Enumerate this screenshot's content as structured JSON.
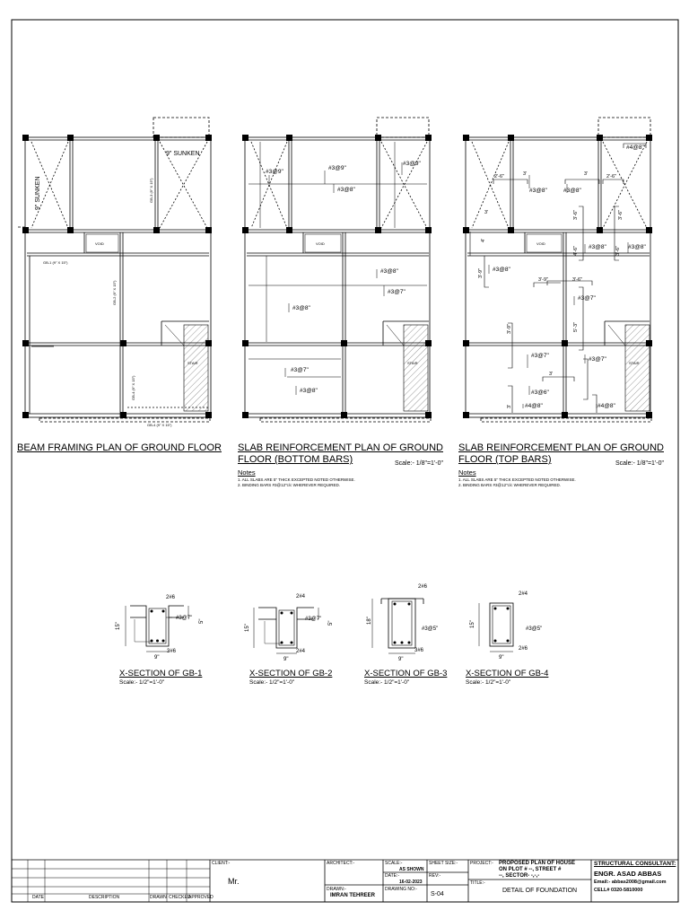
{
  "plans": {
    "beam": {
      "title": "BEAM FRAMING PLAN OF GROUND FLOOR"
    },
    "bottom": {
      "title_l1": "SLAB REINFORCEMENT PLAN OF GROUND",
      "title_l2": "FLOOR (BOTTOM BARS)",
      "scale": "Scale:- 1/8\"=1'-0\""
    },
    "top": {
      "title_l1": "SLAB REINFORCEMENT PLAN OF GROUND",
      "title_l2": "FLOOR (TOP BARS)",
      "scale": "Scale:- 1/8\"=1'-0\""
    }
  },
  "notes": {
    "heading": "Notes",
    "items": [
      "1.      ALL SLABS ARE 5\" THICK EXCEPTED NOTED OTHERWISE.",
      "2.      BINDING BARS #3@12\"c/c WHEREVER REQUIRED."
    ]
  },
  "beam_labels": {
    "sunken_top": "9\" SUNKEN",
    "sunken_left": "9\" SUNKEN",
    "void": "VOID",
    "stair": "STAIR",
    "gb1": "GB-1 (9\" X 15\")",
    "gb2": "GB-2 (9\" X 15\")",
    "gb3": "GB-3 (9\" X 15\")",
    "gb4": "GB-4 (9\" X 15\")"
  },
  "bottom_labels": {
    "a": "#3@9\"",
    "b": "#3@9\"",
    "c": "#3@9\"",
    "d": "#3@8\"",
    "e": "#3@8\"",
    "f": "#3@7\"",
    "g": "#3@8\"",
    "h": "#3@7\"",
    "i": "#3@8\"",
    "void": "VOID",
    "stair": "STAIR"
  },
  "top_labels": {
    "a": "#4@8\"",
    "b": "#3@8\"",
    "c": "#3@8\"",
    "d": "#3@8\"",
    "e": "#3@8\"",
    "f": "#3@8\"",
    "g": "#3@7\"",
    "h": "#3@7\"",
    "i": "#3@7\"",
    "j": "#3@6\"",
    "k": "#4@8\"",
    "l": "#4@8\"",
    "d1": "2'-6\"",
    "d2": "3'",
    "d3": "3'",
    "d4": "2'-6\"",
    "d5": "3'-6\"",
    "d6": "3'-6\"",
    "d7": "3'-9\"",
    "d8": "3'-6\"",
    "d9": "3'",
    "d10": "4'",
    "d11": "4'-6\"",
    "d12": "3'-6\"",
    "d13": "3'-9\"",
    "d14": "5'-3\"",
    "d15": "3'-9\"",
    "d16": "3'",
    "d17": "3'",
    "void": "VOID",
    "stair": "STAIR"
  },
  "sections": [
    {
      "title": "X-SECTION OF GB-1",
      "scale": "Scale:- 1/2\"=1'-0\"",
      "depth": "15\"",
      "width": "9\"",
      "slab": "5\"",
      "top": "2#6",
      "bottom": "3#6",
      "stirrup": "#3@7\""
    },
    {
      "title": "X-SECTION OF GB-2",
      "scale": "Scale:- 1/2\"=1'-0\"",
      "depth": "15\"",
      "width": "9\"",
      "slab": "5\"",
      "top": "2#4",
      "bottom": "2#4",
      "stirrup": "#3@7\""
    },
    {
      "title": "X-SECTION OF GB-3",
      "scale": "Scale:- 1/2\"=1'-0\"",
      "depth": "18\"",
      "width": "9\"",
      "top": "2#6",
      "bottom": "3#6",
      "stirrup": "#3@5\""
    },
    {
      "title": "X-SECTION OF GB-4",
      "scale": "Scale:- 1/2\"=1'-0\"",
      "depth": "15\"",
      "width": "9\"",
      "top": "2#4",
      "bottom": "2#6",
      "stirrup": "#3@5\""
    }
  ],
  "title_block": {
    "rev_headers": [
      "DATE",
      "DESCRIPTION",
      "DRAWN",
      "CHECKED",
      "APPROVED"
    ],
    "client_label": "CLIENT:-",
    "client": "Mr.",
    "architect_label": "ARCHITECT:-",
    "drawn_label": "DRAWN:-",
    "drawn_by": "IMRAN TEHREER",
    "scale_label": "SCALE:-",
    "scale": "AS SHOWN",
    "sheet_size_label": "SHEET SIZE:-",
    "date_label": "DATE:-",
    "date": "16-02-2023",
    "rev_label": "REV:-",
    "drawing_no_label": "DRAWING NO:-",
    "drawing_no": "S-04",
    "project_label": "PROJECT:-",
    "project_l1": "PROPOSED PLAN OF HOUSE",
    "project_l2": "ON PLOT # --, STREET #",
    "project_l3": "--, SECTOR- -,-,-",
    "title_label": "TITLE:-",
    "title": "DETAIL OF FOUNDATION",
    "consultant_label": "STRUCTURAL CONSULTANT:",
    "engineer": "ENGR. ASAD ABBAS",
    "email": "Email:- abbas2008@gmail.com",
    "cell": "CELL# 0320-5810000"
  }
}
